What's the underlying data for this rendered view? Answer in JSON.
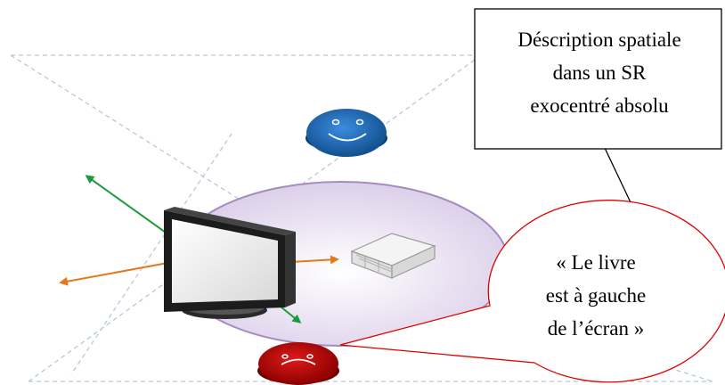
{
  "diagram": {
    "callout_box": {
      "lines": [
        "Déscription spatiale",
        "dans un SR",
        "exocentré absolu"
      ]
    },
    "speech_bubble": {
      "lines": [
        "« Le livre",
        "est à gauche",
        "de l’écran »"
      ]
    },
    "objects": {
      "observer_top": "blue-face",
      "observer_bottom": "red-face",
      "screen": "monitor",
      "book": "book"
    },
    "colors": {
      "blue_face": "#1f6fb8",
      "red_face": "#c00000",
      "green_arrow": "#1a9b3c",
      "orange_arrow": "#e07a1f",
      "plane_lines": "#b8c8dc",
      "ellipse_fill": "#e6dcef",
      "ellipse_stroke": "#a48cc0",
      "speech_stroke": "#e00000"
    }
  }
}
